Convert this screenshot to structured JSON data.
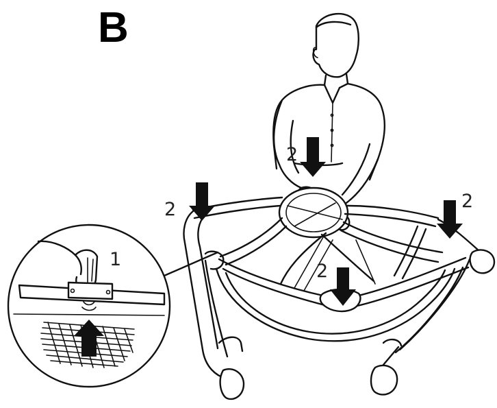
{
  "step_letter": "B",
  "callouts": {
    "inset_step": "1",
    "press_top": "2",
    "press_left": "2",
    "press_right": "2",
    "press_center": "2"
  },
  "icons": {
    "press_arrow": "arrow-down-icon",
    "lift_arrow": "arrow-up-icon"
  },
  "colors": {
    "ink": "#111111",
    "paper": "#ffffff"
  }
}
